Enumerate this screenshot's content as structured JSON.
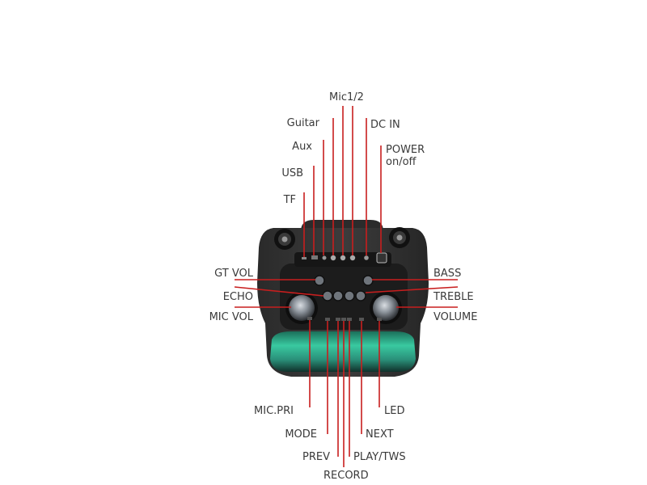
{
  "diagram": {
    "accent_color": "#c81e1e",
    "labels": {
      "mic12": "Mic1/2",
      "guitar": "Guitar",
      "dcin": "DC IN",
      "aux": "Aux",
      "power": "POWER",
      "power2": "on/off",
      "usb": "USB",
      "tf": "TF",
      "gtvol": "GT VOL",
      "echo": "ECHO",
      "micvol": "MIC VOL",
      "bass": "BASS",
      "treble": "TREBLE",
      "volume": "VOLUME",
      "micpri": "MIC.PRI",
      "mode": "MODE",
      "prev": "PREV",
      "record": "RECORD",
      "led": "LED",
      "next": "NEXT",
      "playtws": "PLAY/TWS"
    }
  }
}
